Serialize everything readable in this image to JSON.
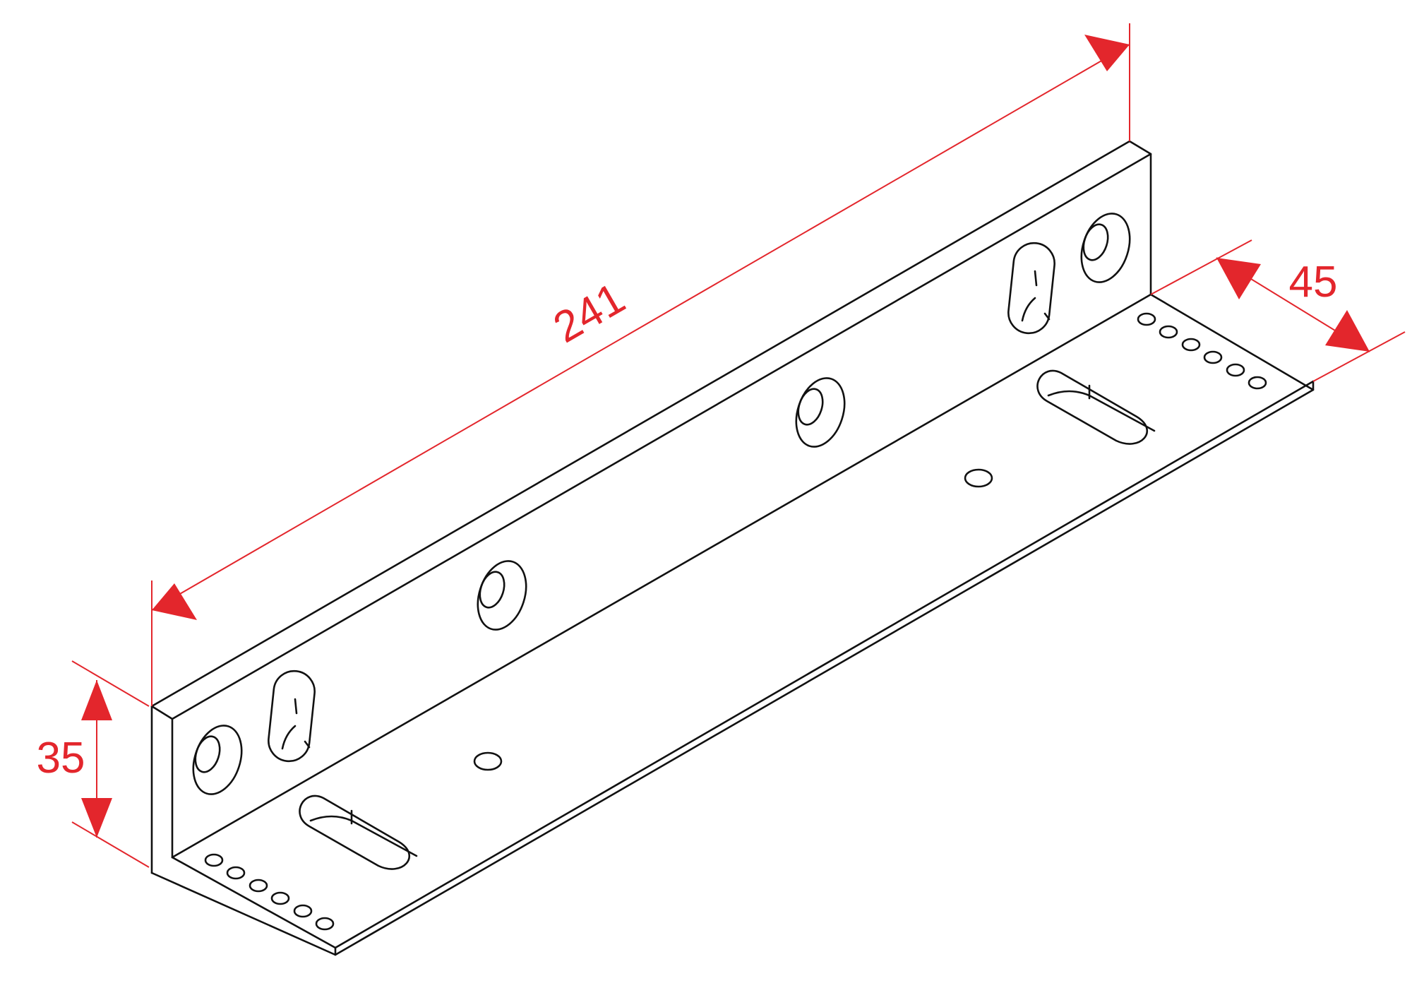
{
  "colors": {
    "outline": "#111111",
    "dimension": "#e3262c",
    "background": "#ffffff"
  },
  "dimensions": {
    "length": "241",
    "width": "45",
    "height": "35"
  }
}
